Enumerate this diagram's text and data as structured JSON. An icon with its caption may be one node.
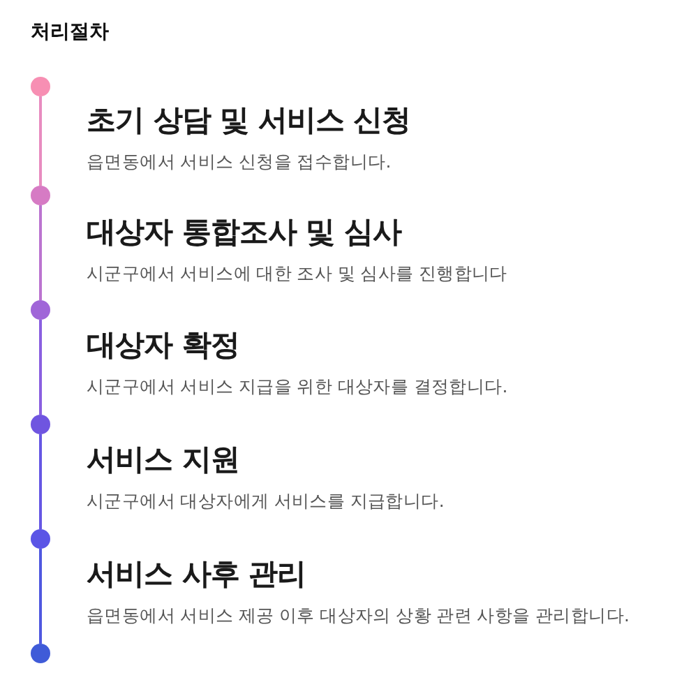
{
  "diagram": {
    "title": "처리절차",
    "nodes": [
      {
        "text": [],
        "shape": "circle"
      },
      {
        "text": [
          "초기 상담 및 서비스 신청",
          "읍면동에서 서비스 신청을 접수합니다."
        ]
      },
      {
        "text": [],
        "shape": "circle"
      },
      {
        "text": [
          "대상자 통합조사 및 심사",
          "시군구에서 서비스에 대한 조사 및 심사를 진행합니다"
        ]
      },
      {
        "text": [],
        "shape": "circle"
      },
      {
        "text": [
          "대상자 확정",
          "시군구에서 서비스 지급을 위한 대상자를 결정합니다."
        ]
      },
      {
        "text": [],
        "shape": "circle"
      },
      {
        "text": [
          "서비스 지원",
          "시군구에서 대상자에게 서비스를 지급합니다."
        ]
      },
      {
        "text": [],
        "shape": "circle"
      },
      {
        "text": [
          "서비스 사후 관리",
          "읍면동에서 서비스 제공 이후 대상자의 상황 관련 사항을 관리합니다."
        ]
      },
      {
        "text": [],
        "shape": "circle"
      }
    ],
    "edges": [
      {
        "from": 0,
        "to": 2,
        "arrow": "none",
        "color": "#e88cc0"
      },
      {
        "from": 2,
        "to": 4,
        "arrow": "none",
        "color": "#bb74d0"
      },
      {
        "from": 4,
        "to": 6,
        "arrow": "none",
        "color": "#8a5fe0"
      },
      {
        "from": 6,
        "to": 8,
        "arrow": "none",
        "color": "#6657e4"
      },
      {
        "from": 8,
        "to": 10,
        "arrow": "none",
        "color": "#4f58e0"
      }
    ]
  }
}
